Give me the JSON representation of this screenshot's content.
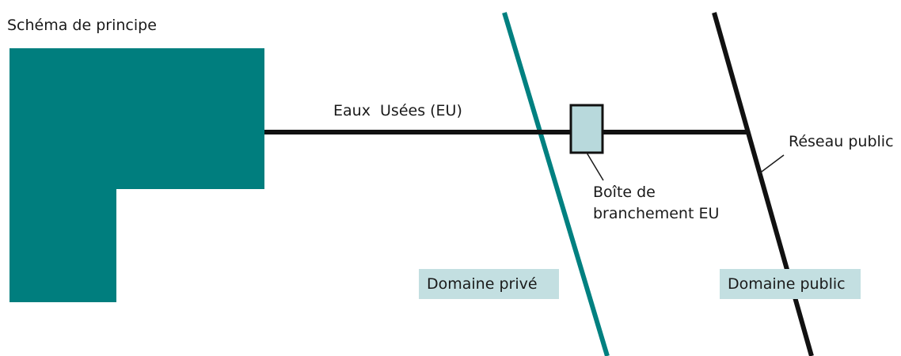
{
  "title": "Schéma de principe",
  "pipe_label": "Eaux  Usées (EU)",
  "box_label": {
    "line1": "Boîte de",
    "line2": "branchement EU"
  },
  "network_label": "Réseau public",
  "zones": {
    "private": "Domaine privé",
    "public": "Domaine public"
  },
  "colors": {
    "building": "#007e7e",
    "private_boundary": "#008080",
    "public_boundary": "#111111",
    "pipe": "#111111",
    "junction_box_fill": "#b8d9dc",
    "zone_tag_bg": "#c3dfe1",
    "text": "#1a1a1a"
  },
  "icons": {
    "building": "building-shape",
    "junction_box": "inspection-box-icon"
  }
}
